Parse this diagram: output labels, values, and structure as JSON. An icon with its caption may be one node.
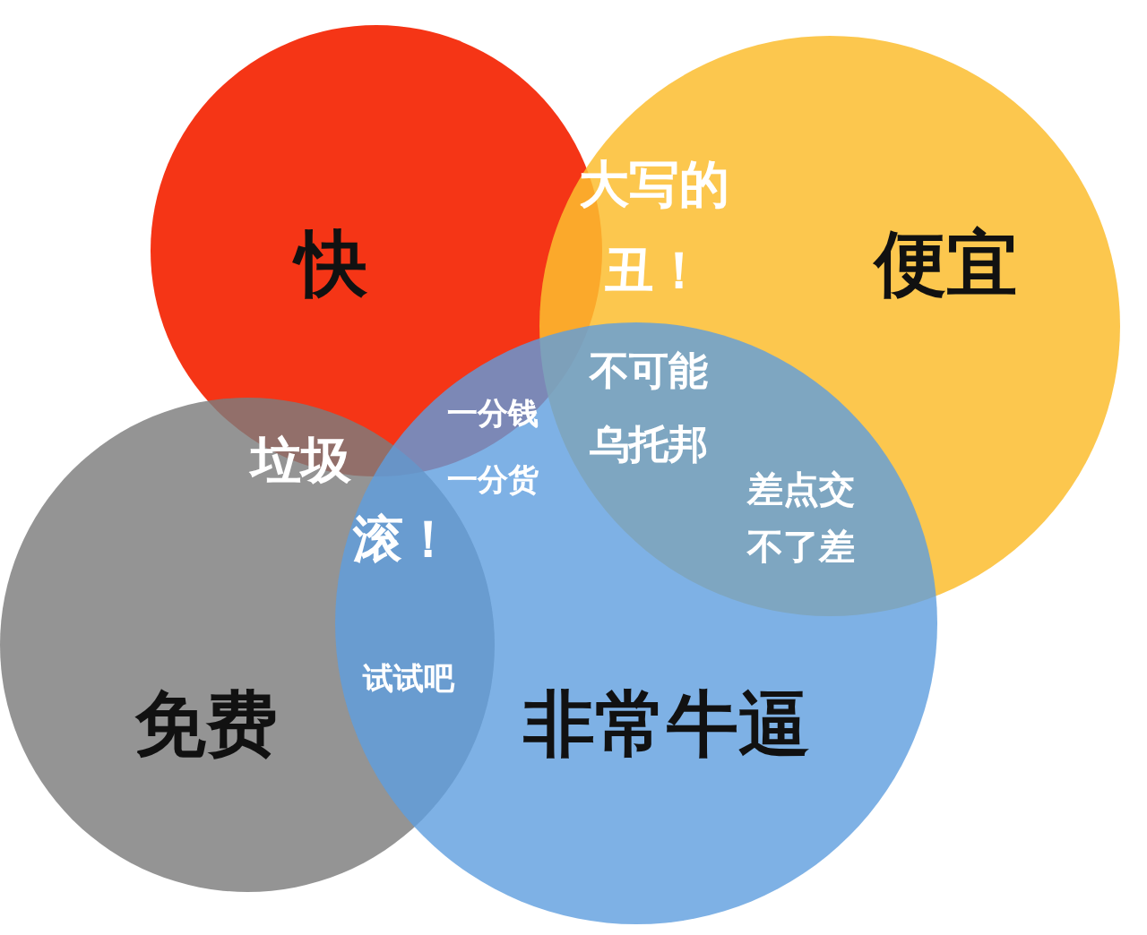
{
  "diagram": {
    "nodes": [
      {
        "text": [
          "快"
        ]
      },
      {
        "text": [
          "便宜"
        ]
      },
      {
        "text": [
          "免费"
        ]
      },
      {
        "text": [
          "非常牛逼"
        ]
      }
    ],
    "labels": [
      "大写的丑！",
      "不可能乌托邦",
      "垃圾",
      "一分钱一分货",
      "差点交不了差",
      "滚！",
      "试试吧"
    ]
  }
}
